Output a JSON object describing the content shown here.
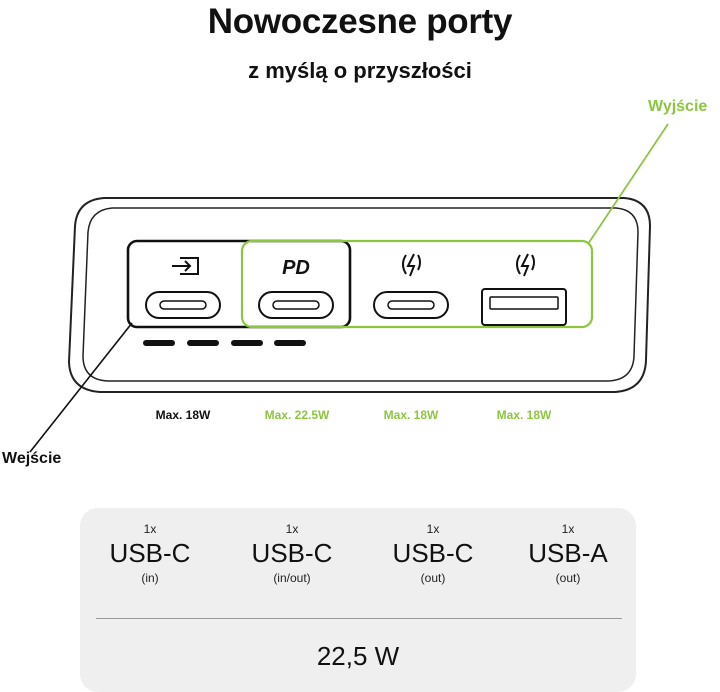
{
  "header": {
    "title": "Nowoczesne porty",
    "subtitle": "z myślą o przyszłości"
  },
  "labels": {
    "output": "Wyjście",
    "input": "Wejście",
    "pd_badge": "PD"
  },
  "ports": [
    {
      "max": "Max. 18W",
      "icon": "input-arrow-icon"
    },
    {
      "max": "Max. 22.5W",
      "icon": "pd-icon"
    },
    {
      "max": "Max. 18W",
      "icon": "lightning-icon"
    },
    {
      "max": "Max. 18W",
      "icon": "lightning-icon"
    }
  ],
  "specs": [
    {
      "qty": "1x",
      "type": "USB-C",
      "dir": "(in)"
    },
    {
      "qty": "1x",
      "type": "USB-C",
      "dir": "(in/out)"
    },
    {
      "qty": "1x",
      "type": "USB-C",
      "dir": "(out)"
    },
    {
      "qty": "1x",
      "type": "USB-A",
      "dir": "(out)"
    }
  ],
  "total_power": "22,5 W",
  "colors": {
    "accent_green": "#8cc63f",
    "text_dark": "#111111",
    "panel_bg": "#efefef"
  }
}
